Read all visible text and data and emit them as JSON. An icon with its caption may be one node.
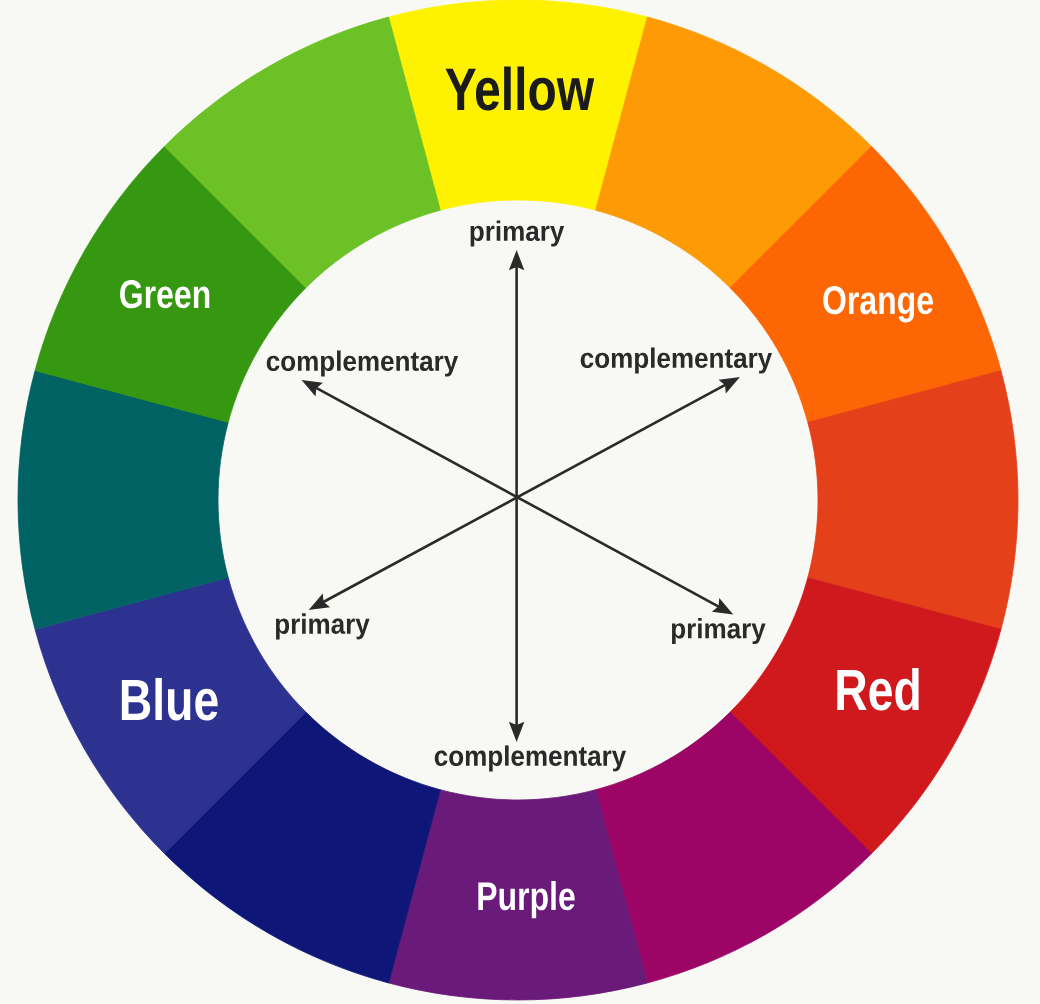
{
  "diagram": {
    "nodes": [
      {
        "text": [
          "Yellow"
        ]
      },
      {
        "text": [],
        "shape": "segment"
      },
      {
        "text": [
          "Orange"
        ]
      },
      {
        "text": [],
        "shape": "segment"
      },
      {
        "text": [
          "Red"
        ]
      },
      {
        "text": [],
        "shape": "segment"
      },
      {
        "text": [
          "Purple"
        ]
      },
      {
        "text": [],
        "shape": "segment"
      },
      {
        "text": [
          "Blue"
        ]
      },
      {
        "text": [],
        "shape": "segment"
      },
      {
        "text": [
          "Green"
        ]
      },
      {
        "text": [],
        "shape": "segment"
      },
      {
        "text": [
          "primary"
        ]
      },
      {
        "text": [
          "complementary"
        ]
      },
      {
        "text": [
          "complementary"
        ]
      },
      {
        "text": [
          "primary"
        ]
      },
      {
        "text": [
          "primary"
        ]
      },
      {
        "text": [
          "complementary"
        ]
      }
    ],
    "edges": [
      {
        "from": 12,
        "to": 17,
        "arrow": "both"
      },
      {
        "from": 13,
        "to": 16,
        "arrow": "both"
      },
      {
        "from": 14,
        "to": 15,
        "arrow": "both"
      }
    ]
  }
}
